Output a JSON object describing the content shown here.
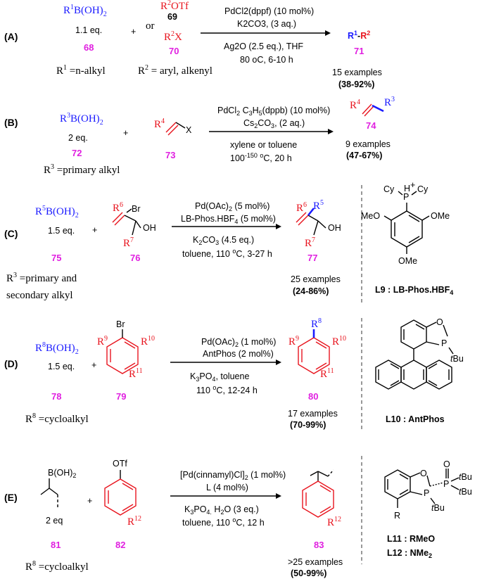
{
  "scheme_A": {
    "label": "(A)",
    "reagent1_pre": "R",
    "reagent1_sup": "1",
    "reagent1_post": "B(OH)",
    "reagent1_eq": "1.1 eq.",
    "reagent1_num": "68",
    "r1_note_pre": "R",
    "r1_note_sup": "1",
    "r1_note_post": " =n-alkyl",
    "plus": "+",
    "reagent2_top_pre": "R",
    "reagent2_top_sup": "2",
    "reagent2_top_post": "OTf",
    "reagent2_top_num": "69",
    "or": "or",
    "reagent2_bot_pre": "R",
    "reagent2_bot_sup": "2",
    "reagent2_bot_post": "X",
    "reagent2_bot_num": "70",
    "r2_note_pre": "R",
    "r2_note_sup": "2",
    "r2_note_post": " = aryl, alkenyl",
    "cond1": "PdCl2(dppf) (10 mol%)",
    "cond2": "K2CO3, (3 aq.)",
    "cond3": "Ag2O (2.5 eq.), THF",
    "cond4": "80 oC, 6-10 h",
    "product": "R1-R2",
    "product_num": "71",
    "examples": "15 examples",
    "yield": "(38-92%)"
  },
  "scheme_B": {
    "label": "(B)",
    "reagent1_eq": "2 eq.",
    "reagent1_num": "72",
    "r_note": " =primary alkyl",
    "reagent2_num": "73",
    "reagent2_x": "X",
    "cond1": "PdCl2 C3H5(dppb) (10 mol%)",
    "cond2": "Cs2CO3, (2 aq.)",
    "cond3": "xylene or toluene",
    "cond4": "100-150 oC, 20 h",
    "product_num": "74",
    "examples": "9 examples",
    "yield": "(47-67%)"
  },
  "scheme_C": {
    "label": "(C)",
    "reagent1_eq": "1.5 eq.",
    "reagent1_num": "75",
    "r_note_line1": " =primary and",
    "r_note_line2": "secondary alkyl",
    "reagent2_num": "76",
    "reagent2_br": "Br",
    "reagent2_oh": "OH",
    "cond1": "Pd(OAc)2 (5 mol%)",
    "cond2": "LB-Phos.HBF4 (5 mol%)",
    "cond3": "K2CO3 (4.5 eq.)",
    "cond4": "toluene, 110 oC, 3-27 h",
    "product_num": "77",
    "product_oh": "OH",
    "examples": "25 examples",
    "yield": "(24-86%)",
    "ligand_label": "L9 : LB-Phos.HBF",
    "ligand_cy1": "Cy",
    "ligand_cy2": "Cy",
    "ligand_p": "P",
    "ligand_h": "H",
    "ligand_ome1": "MeO",
    "ligand_ome2": "OMe",
    "ligand_ome3": "OMe"
  },
  "scheme_D": {
    "label": "(D)",
    "reagent1_eq": "1.5 eq.",
    "reagent1_num": "78",
    "r_note": " =cycloalkyl",
    "reagent2_num": "79",
    "reagent2_br": "Br",
    "cond1": "Pd(OAc)2 (1 mol%)",
    "cond2": "AntPhos (2 mol%)",
    "cond3": "K3PO4, toluene",
    "cond4": "110 oC, 12-24 h",
    "product_num": "80",
    "examples": "17 examples",
    "yield": "(70-99%)",
    "ligand_label": "L10 : AntPhos",
    "ligand_o": "O",
    "ligand_p": "P",
    "ligand_tbu": "tBu"
  },
  "scheme_E": {
    "label": "(E)",
    "reagent1_boron": "B(OH)2",
    "reagent1_eq": "2 eq",
    "reagent1_num": "81",
    "r_note": " =cycloalkyl",
    "reagent2_otf": "OTf",
    "reagent2_num": "82",
    "cond1": "[Pd(cinnamyl)Cl]2 (1 mol%)",
    "cond2": "L (4 mol%)",
    "cond3": "K3PO4. H2O (3 eq.)",
    "cond4": "toluene, 110 oC, 12 h",
    "product_num": "83",
    "examples": ">25 examples",
    "yield": "(50-99%)",
    "ligand_label1": "L11 : RMeO",
    "ligand_label2": "L12 : NMe",
    "ligand_o": "O",
    "ligand_p": "P",
    "ligand_po_o": "O",
    "ligand_po_p": "P",
    "ligand_tbu": "tBu",
    "ligand_r": "R"
  },
  "colors": {
    "blue": "#1a1aff",
    "red": "#e8141e",
    "magenta": "#e020e0"
  }
}
